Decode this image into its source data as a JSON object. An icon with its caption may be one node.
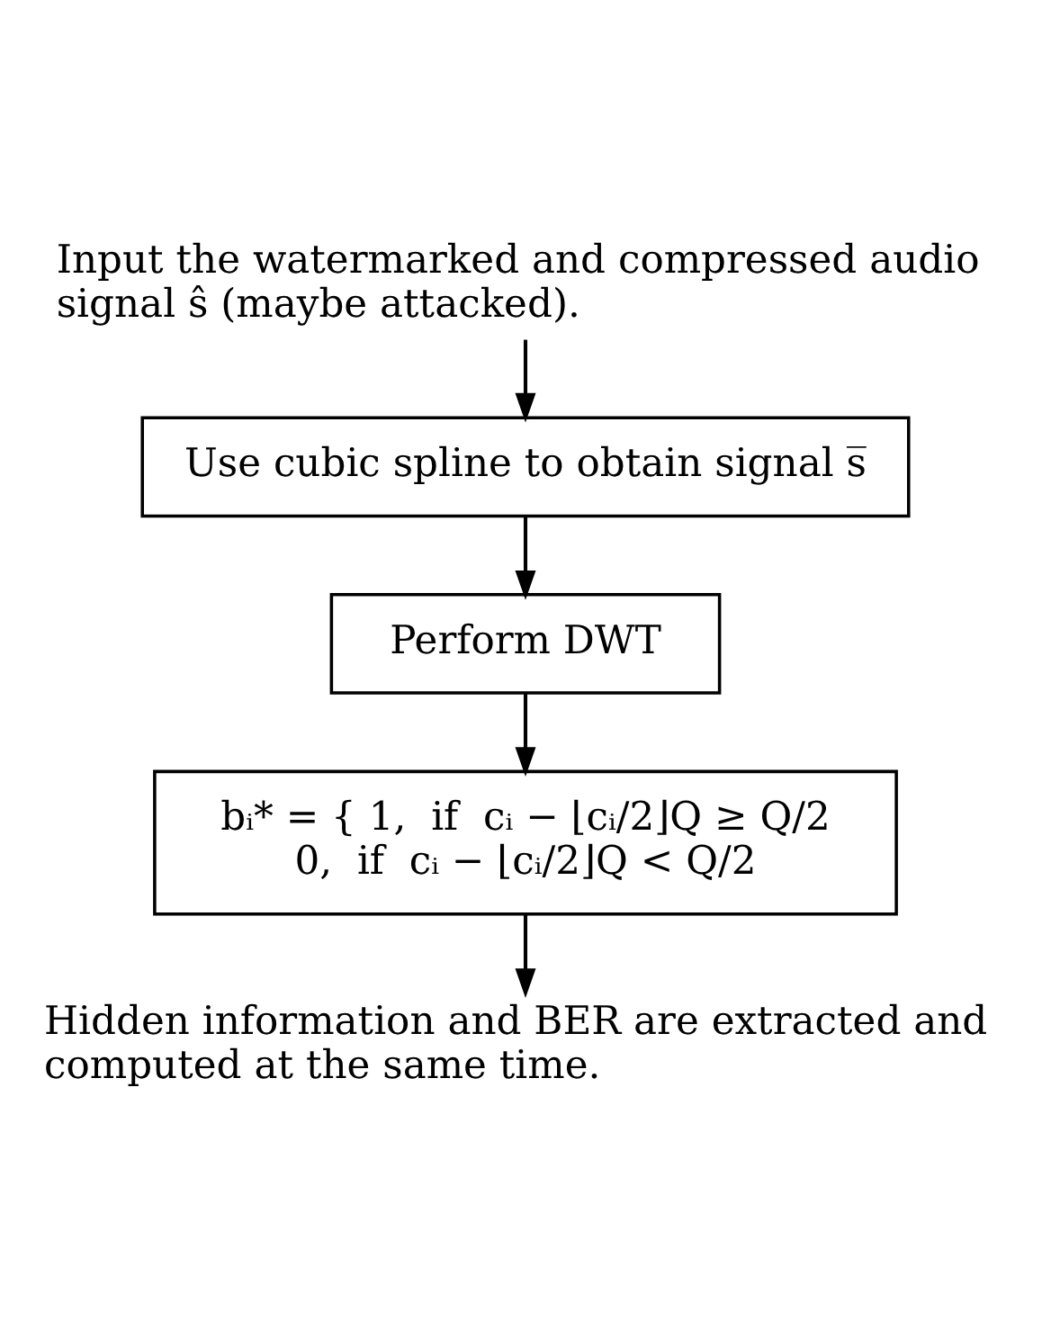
{
  "diagram": {
    "nodes": [
      {
        "text": [
          "Input the watermarked and compressed audio signal ŝ (maybe attacked)."
        ]
      },
      {
        "text": [
          "Use cubic spline to obtain signal s̅"
        ]
      },
      {
        "text": [
          "Perform DWT"
        ]
      },
      {
        "text": [
          "bᵢ* = { 1,  if  cᵢ − ⌊cᵢ/2⌋Q ≥ Q/2",
          "0,  if  cᵢ − ⌊cᵢ/2⌋Q < Q/2"
        ]
      },
      {
        "text": [
          "Hidden information and BER are extracted and computed at the same time."
        ]
      }
    ],
    "edges": [
      {
        "from": 0,
        "to": 1,
        "arrow": "to"
      },
      {
        "from": 1,
        "to": 2,
        "arrow": "to"
      },
      {
        "from": 2,
        "to": 3,
        "arrow": "to"
      },
      {
        "from": 3,
        "to": 4,
        "arrow": "to"
      }
    ]
  }
}
